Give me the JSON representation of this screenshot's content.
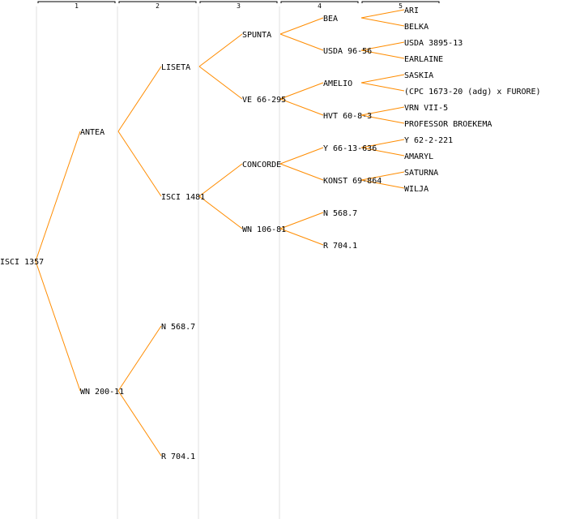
{
  "colors": {
    "background": "#ffffff",
    "column_band": "#f0f0f0",
    "edge": "#ff8c00",
    "text": "#000000"
  },
  "generations": [
    "1",
    "2",
    "3",
    "4",
    "5"
  ],
  "root": {
    "label": "ISCI 1357",
    "children": [
      {
        "label": "ANTEA",
        "children": [
          {
            "label": "LISETA",
            "children": [
              {
                "label": "SPUNTA",
                "children": [
                  {
                    "label": "BEA",
                    "children": [
                      {
                        "label": "ARI"
                      },
                      {
                        "label": "BELKA"
                      }
                    ]
                  },
                  {
                    "label": "USDA 96-56",
                    "children": [
                      {
                        "label": "USDA 3895-13"
                      },
                      {
                        "label": "EARLAINE"
                      }
                    ]
                  }
                ]
              },
              {
                "label": "VE 66-295",
                "children": [
                  {
                    "label": "AMELIO",
                    "children": [
                      {
                        "label": "SASKIA"
                      },
                      {
                        "label": "(CPC 1673-20 (adg) x FURORE)"
                      }
                    ]
                  },
                  {
                    "label": "HVT 60-8-3",
                    "children": [
                      {
                        "label": "VRN VII-5"
                      },
                      {
                        "label": "PROFESSOR BROEKEMA"
                      }
                    ]
                  }
                ]
              }
            ]
          },
          {
            "label": "ISCI 1481",
            "children": [
              {
                "label": "CONCORDE",
                "children": [
                  {
                    "label": "Y 66-13-636",
                    "children": [
                      {
                        "label": "Y 62-2-221"
                      },
                      {
                        "label": "AMARYL"
                      }
                    ]
                  },
                  {
                    "label": "KONST 69-864",
                    "children": [
                      {
                        "label": "SATURNA"
                      },
                      {
                        "label": "WILJA"
                      }
                    ]
                  }
                ]
              },
              {
                "label": "WN 106-81",
                "children": [
                  {
                    "label": "N 568.7"
                  },
                  {
                    "label": "R 704.1"
                  }
                ]
              }
            ]
          }
        ]
      },
      {
        "label": "WN 200-11",
        "children": [
          {
            "label": "N 568.7"
          },
          {
            "label": "R 704.1"
          }
        ]
      }
    ]
  }
}
